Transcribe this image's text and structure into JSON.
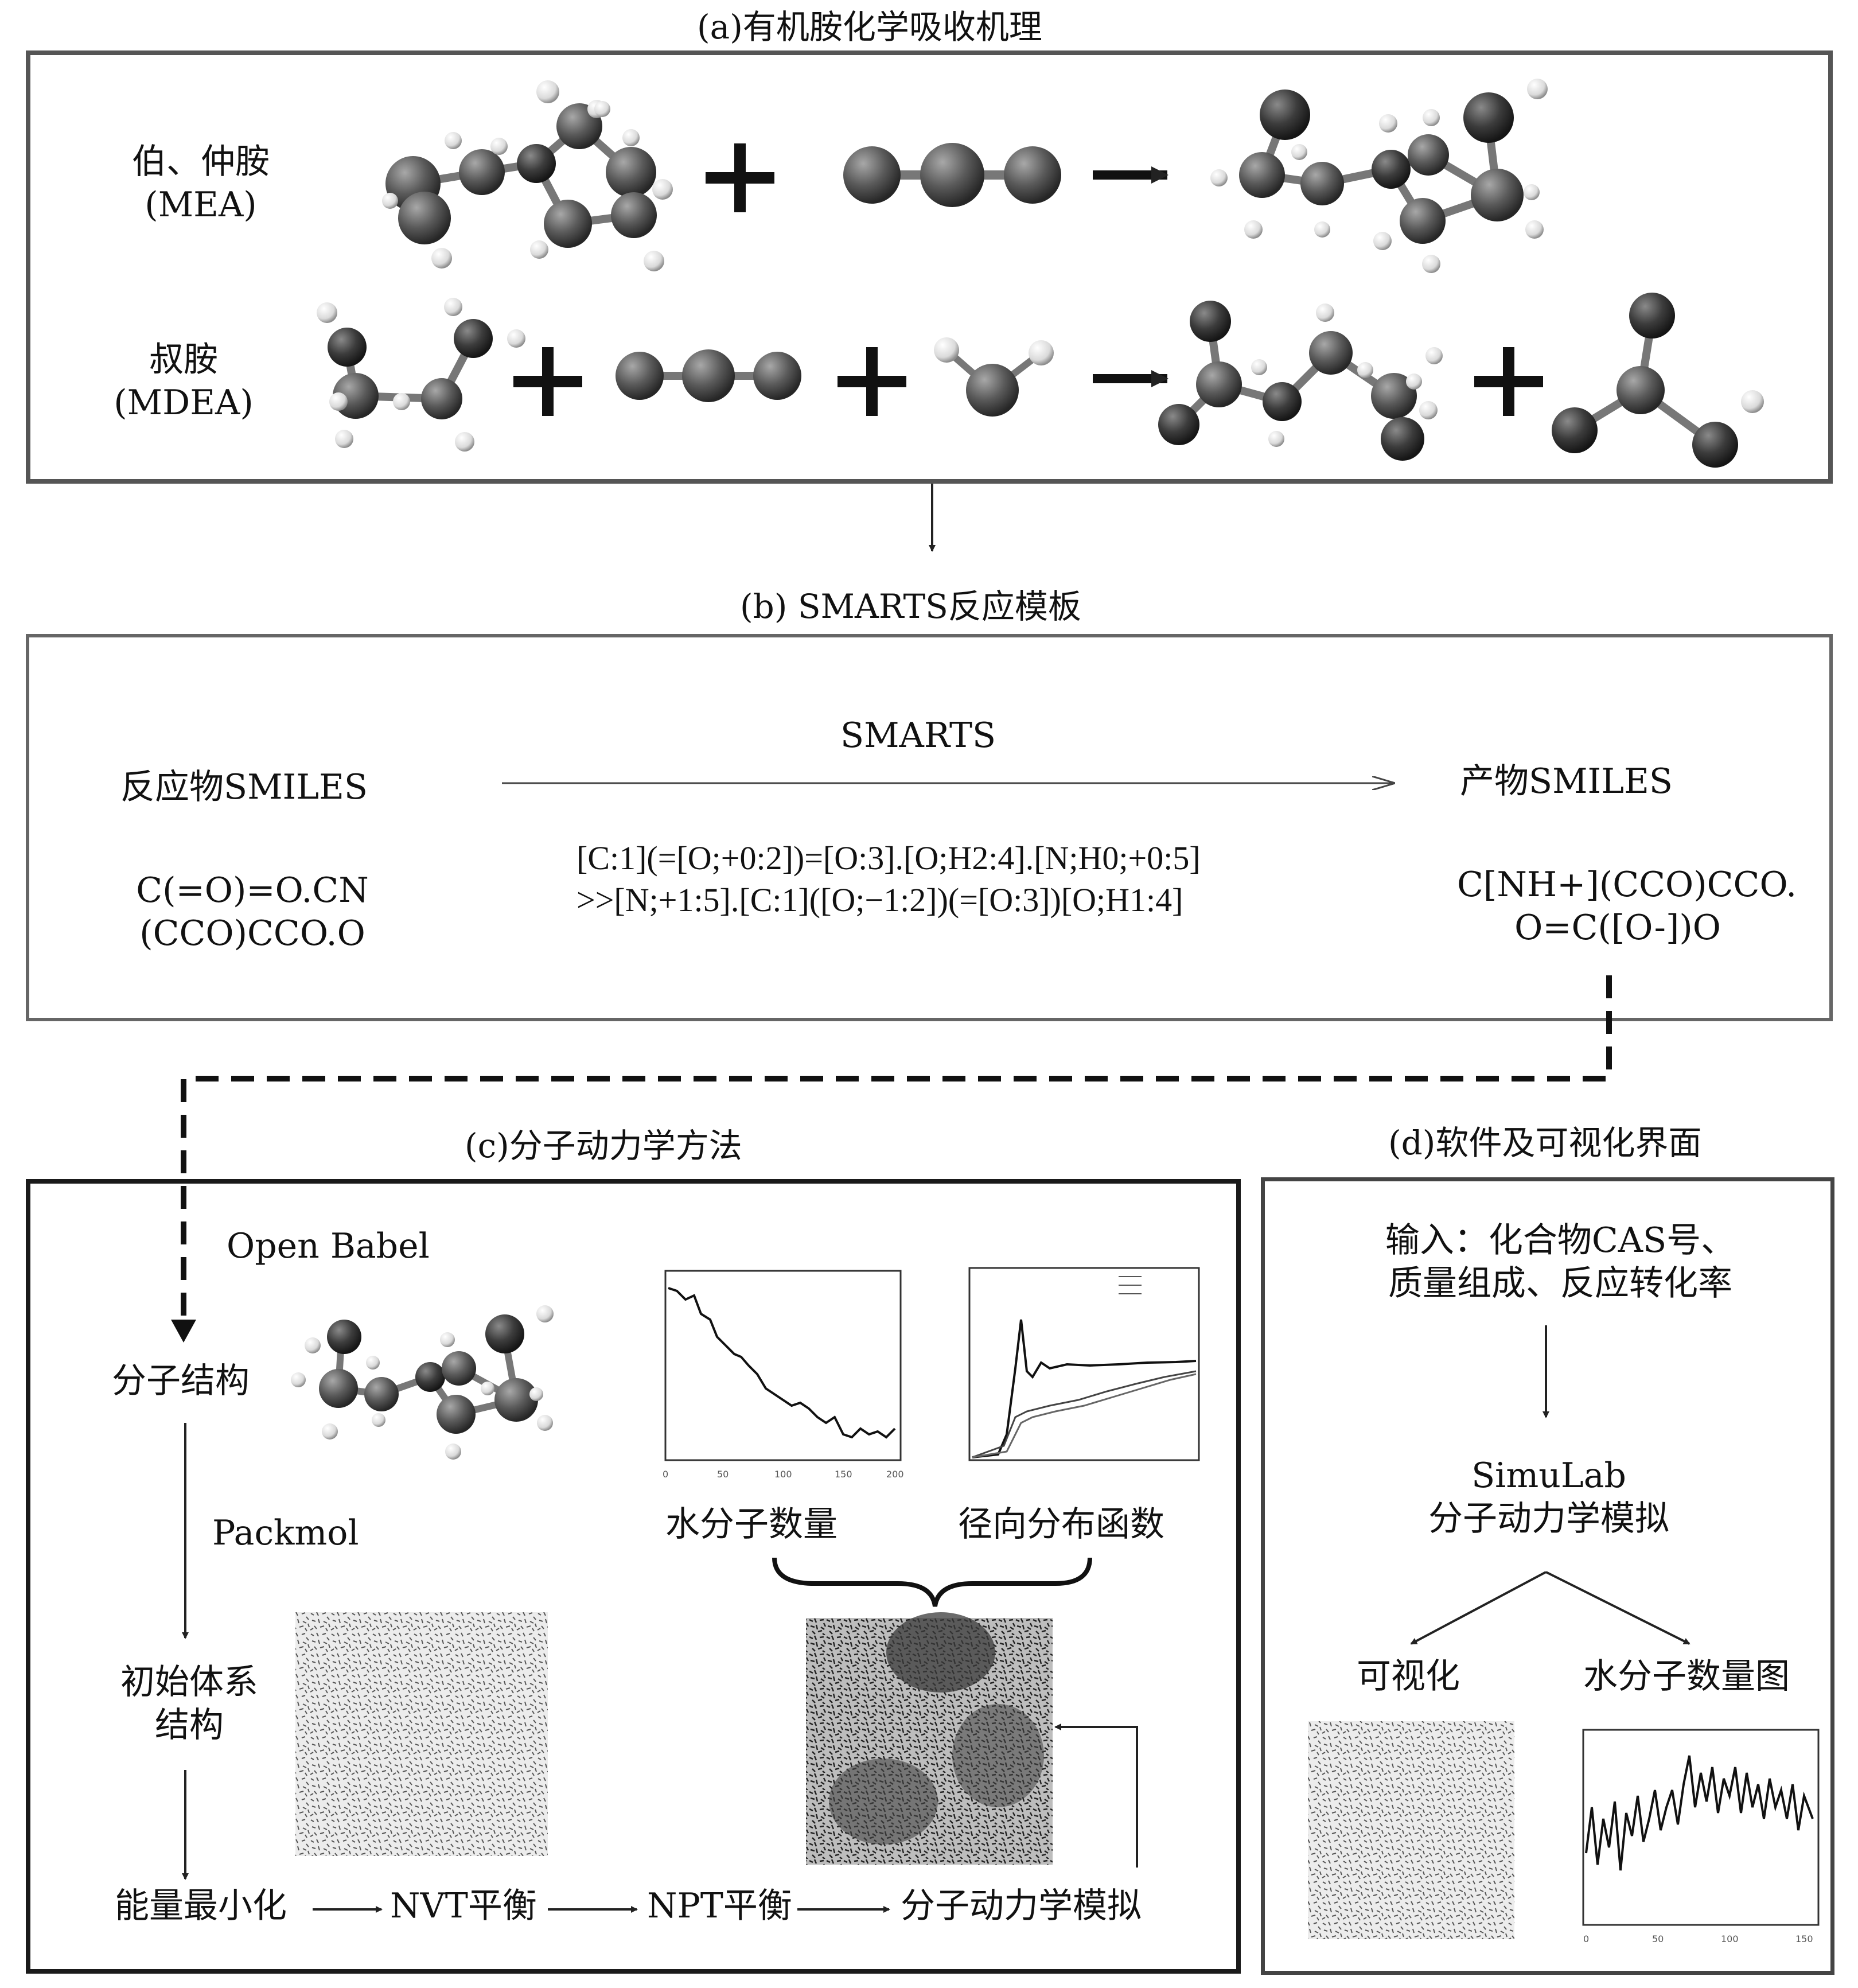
{
  "panel_a": {
    "title": "(a)有机胺化学吸收机理",
    "row1_label_line1": "伯、仲胺",
    "row1_label_line2": "(MEA)",
    "row2_label_line1": "叔胺",
    "row2_label_line2": "(MDEA)"
  },
  "panel_b": {
    "title": "(b) SMARTS反应模板",
    "reactant_header": "反应物SMILES",
    "arrow_label": "SMARTS",
    "product_header": "产物SMILES",
    "reactant_line1": "C(=O)=O.CN",
    "reactant_line2": "(CCO)CCO.O",
    "template_line1": "[C:1](=[O;+0:2])=[O:3].[O;H2:4].[N;H0;+0:5]",
    "template_line2": ">>[N;+1:5].[C:1]([O;−1:2])(=[O:3])[O;H1:4]",
    "product_line1": "C[NH+](CCO)CCO.",
    "product_line2": "O=C([O-])O"
  },
  "panel_c": {
    "title": "(c)分子动力学方法",
    "open_babel": "Open Babel",
    "molecular_structure": "分子结构",
    "packmol": "Packmol",
    "initial_system_line1": "初始体系",
    "initial_system_line2": "结构",
    "energy_min": "能量最小化",
    "nvt": "NVT平衡",
    "npt": "NPT平衡",
    "md_sim": "分子动力学模拟",
    "water_count_label": "水分子数量",
    "rdf_label": "径向分布函数"
  },
  "panel_d": {
    "title": "(d)软件及可视化界面",
    "input_line1": "输入：化合物CAS号、",
    "input_line2": "质量组成、反应转化率",
    "simulab_line1": "SimuLab",
    "simulab_line2": "分子动力学模拟",
    "visualization": "可视化",
    "water_count_plot": "水分子数量图"
  },
  "colors": {
    "frame": "#555555",
    "frame_dark": "#1a1a1a",
    "atom_dark": "#3a3a3a",
    "atom_light": "#f2f2f2"
  }
}
